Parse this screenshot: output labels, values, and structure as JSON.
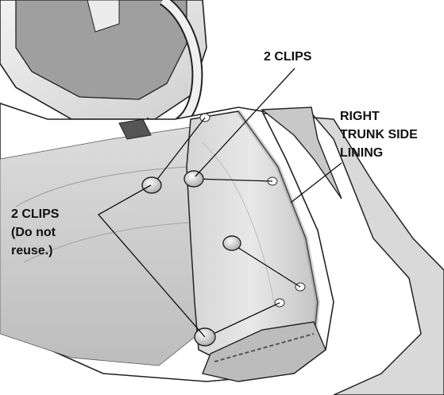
{
  "labels": {
    "clips_top": "2 CLIPS",
    "lining_line1": "RIGHT",
    "lining_line2": "TRUNK SIDE",
    "lining_line3": "LINING",
    "clips_left_line1": "2 CLIPS",
    "clips_left_line2": "(Do not",
    "clips_left_line3": "reuse.)"
  }
}
